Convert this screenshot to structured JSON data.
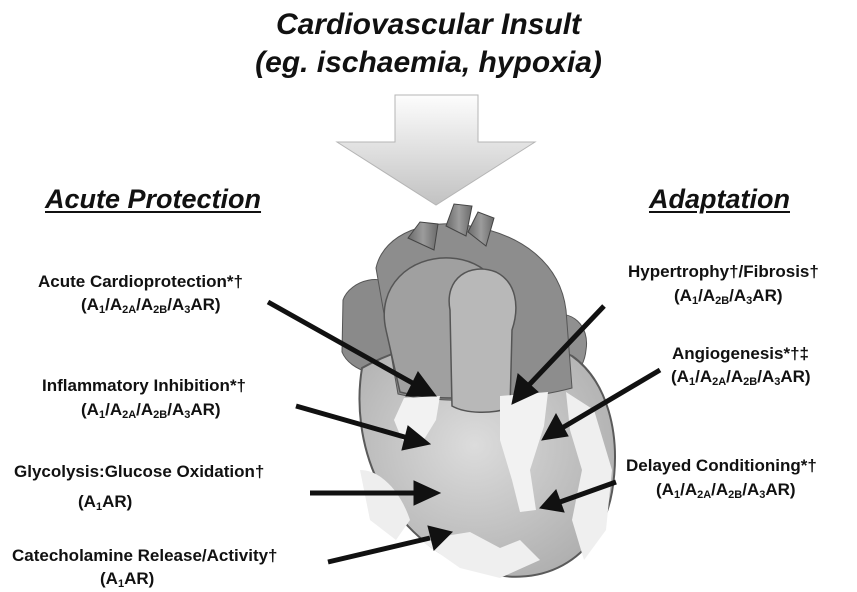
{
  "title": "Cardiovascular Insult",
  "subtitle": "(eg. ischaemia, hypoxia)",
  "left_heading": "Acute Protection",
  "right_heading": "Adaptation",
  "left_items": [
    {
      "name": "Acute Cardioprotection*†",
      "receptors": [
        [
          "A",
          "1"
        ],
        [
          "A",
          "2A"
        ],
        [
          "A",
          "2B"
        ],
        [
          "A",
          "3"
        ]
      ],
      "suffix": "AR"
    },
    {
      "name": "Inflammatory Inhibition*†",
      "receptors": [
        [
          "A",
          "1"
        ],
        [
          "A",
          "2A"
        ],
        [
          "A",
          "2B"
        ],
        [
          "A",
          "3"
        ]
      ],
      "suffix": "AR"
    },
    {
      "name": "Glycolysis:Glucose Oxidation†",
      "receptors": [
        [
          "A",
          "1"
        ]
      ],
      "suffix": "AR"
    },
    {
      "name": "Catecholamine Release/Activity†",
      "receptors": [
        [
          "A",
          "1"
        ]
      ],
      "suffix": "AR"
    }
  ],
  "right_items": [
    {
      "name": "Hypertrophy†/Fibrosis†",
      "receptors": [
        [
          "A",
          "1"
        ],
        [
          "A",
          "2B"
        ],
        [
          "A",
          "3"
        ]
      ],
      "suffix": "AR"
    },
    {
      "name": "Angiogenesis*†‡",
      "receptors": [
        [
          "A",
          "1"
        ],
        [
          "A",
          "2A"
        ],
        [
          "A",
          "2B"
        ],
        [
          "A",
          "3"
        ]
      ],
      "suffix": "AR"
    },
    {
      "name": "Delayed Conditioning*†",
      "receptors": [
        [
          "A",
          "1"
        ],
        [
          "A",
          "2A"
        ],
        [
          "A",
          "2B"
        ],
        [
          "A",
          "3"
        ]
      ],
      "suffix": "AR"
    }
  ],
  "colors": {
    "text": "#111111",
    "arrow": "#111111",
    "heart_light": "#d6d6d6",
    "heart_dark": "#7a7a7a",
    "patch": "#f2f2f2",
    "down_arrow_top": "#fdfdfd",
    "down_arrow_bottom": "#c4c4c4"
  },
  "icons": {
    "organ": "heart-illustration",
    "flow": "down-arrow-icon"
  }
}
